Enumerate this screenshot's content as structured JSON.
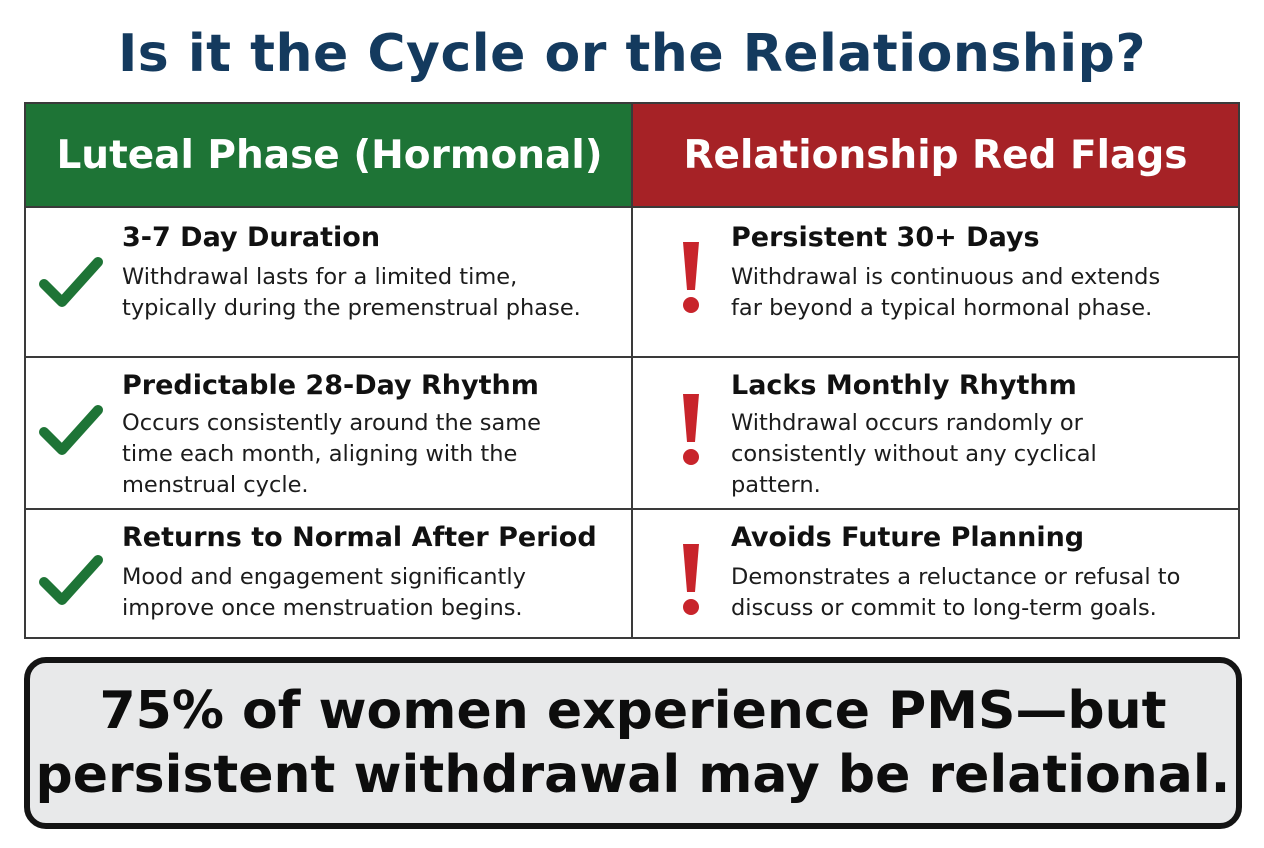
{
  "title": "Is it the Cycle or the Relationship?",
  "columns": {
    "left_header": "Luteal Phase (Hormonal)",
    "right_header": "Relationship Red Flags"
  },
  "rows": [
    {
      "left": {
        "title": "3-7 Day Duration",
        "body": "Withdrawal lasts for a limited time,\ntypically during the premenstrual phase."
      },
      "right": {
        "title": "Persistent 30+ Days",
        "body": "Withdrawal is continuous and extends\nfar beyond a typical hormonal phase."
      }
    },
    {
      "left": {
        "title": "Predictable 28-Day Rhythm",
        "body": "Occurs consistently around the same\ntime each month, aligning with the\nmenstrual cycle."
      },
      "right": {
        "title": "Lacks Monthly Rhythm",
        "body": "Withdrawal occurs randomly or\nconsistently without any cyclical\npattern."
      }
    },
    {
      "left": {
        "title": "Returns to Normal After Period",
        "body": "Mood and engagement significantly\nimprove once menstruation begins."
      },
      "right": {
        "title": "Avoids Future Planning",
        "body": "Demonstrates a reluctance or refusal to\ndiscuss or commit to long-term goals."
      }
    }
  ],
  "icons": {
    "left": "checkmark-icon",
    "right": "exclamation-icon"
  },
  "colors": {
    "title": "#143a5e",
    "left_header_bg": "#1e7436",
    "right_header_bg": "#a62226",
    "check": "#1e7436",
    "alert": "#c8242b",
    "callout_bg": "#e8e9ea"
  },
  "callout": {
    "text": "75% of women experience PMS—but\npersistent withdrawal may be relational."
  }
}
